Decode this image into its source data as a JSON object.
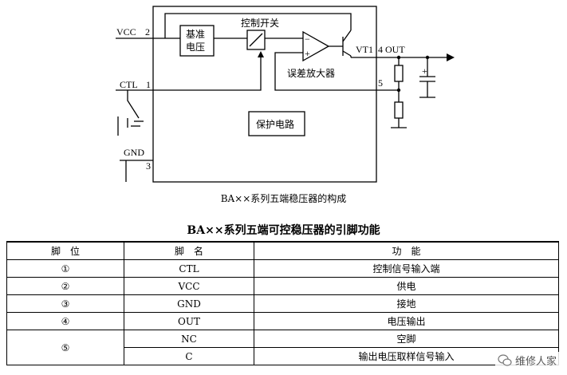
{
  "diagram": {
    "labels": {
      "vcc": "VCC",
      "vcc_pin": "2",
      "ctl": "CTL",
      "ctl_pin": "1",
      "gnd": "GND",
      "gnd_pin": "3",
      "out": "4 OUT",
      "vt1": "VT1",
      "pin5": "5",
      "ref_line1": "基准",
      "ref_line2": "电压",
      "switch": "控制开关",
      "amp": "误差放大器",
      "protect": "保护电路",
      "minus": "−",
      "plus": "+",
      "cap_plus": "+"
    }
  },
  "caption": "BA××系列五端稳压器的构成",
  "table": {
    "title": "BA××系列五端可控稳压器的引脚功能",
    "headers": [
      "脚　位",
      "脚　名",
      "功　能"
    ],
    "rows": [
      {
        "pos": "①",
        "name": "CTL",
        "func": "控制信号输入端"
      },
      {
        "pos": "②",
        "name": "VCC",
        "func": "供电"
      },
      {
        "pos": "③",
        "name": "GND",
        "func": "接地"
      },
      {
        "pos": "④",
        "name": "OUT",
        "func": "电压输出"
      },
      {
        "pos": "⑤",
        "name": "NC",
        "func": "空脚"
      },
      {
        "pos": "",
        "name": "C",
        "func": "输出电压取样信号输入"
      }
    ]
  },
  "watermark": "维修人家"
}
